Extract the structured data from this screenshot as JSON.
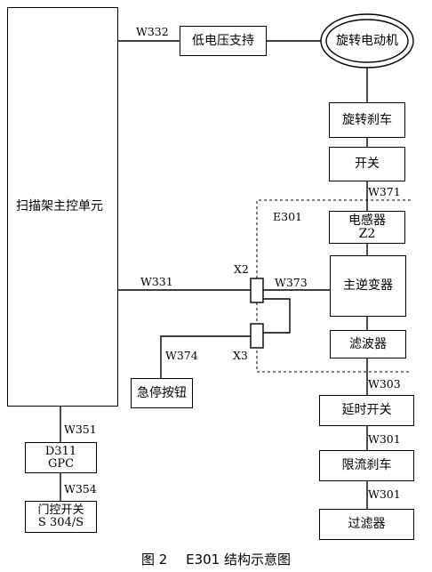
{
  "boxes": {
    "scan_main_control": "扫描架主控单元",
    "low_voltage_support": "低电压支持",
    "rotating_motor": "旋转电动机",
    "rotation_brake": "旋转刹车",
    "switch": "开关",
    "inductor": [
      "电感器",
      "Z2"
    ],
    "main_inverter": "主逆变器",
    "filter": "滤波器",
    "emergency_stop": "急停按钮",
    "delay_switch": "延时开关",
    "current_limit_brake": "限流刹车",
    "output_filter": "过滤器",
    "gpc": [
      "D311",
      "GPC"
    ],
    "door_switch": [
      "门控开关",
      "S 304/S"
    ]
  },
  "labels": {
    "w332": "W332",
    "w371": "W371",
    "e301": "E301",
    "x2": "X2",
    "w373": "W373",
    "w331": "W331",
    "w374": "W374",
    "x3": "X3",
    "w303": "W303",
    "w351": "W351",
    "w301_a": "W301",
    "w354": "W354",
    "w301_b": "W301"
  },
  "caption": {
    "figure": "图 2",
    "title": "E301 结构示意图"
  }
}
